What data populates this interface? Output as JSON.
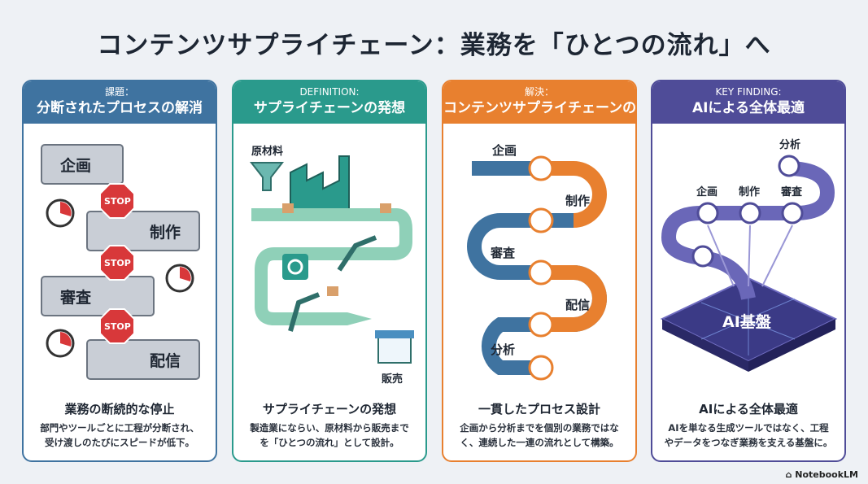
{
  "title": "コンテンツサプライチェーン：業務を「ひとつの流れ」へ",
  "colors": {
    "blue": "#3f73a0",
    "teal": "#2a9a8c",
    "orange": "#e8802f",
    "purple": "#4f4c98"
  },
  "cards": [
    {
      "tag": "課題：",
      "heading": "分断されたプロセスの解消",
      "labels": [
        "企画",
        "制作",
        "審査",
        "配信"
      ],
      "stop": "STOP",
      "foot_title": "業務の断続的な停止",
      "foot_lines": [
        "部門やツールごとに工程が分断され、",
        "受け渡しのたびにスピードが低下。"
      ]
    },
    {
      "tag": "DEFINITION:",
      "heading": "サプライチェーンの発想",
      "labels": [
        "原材料",
        "販売"
      ],
      "foot_title": "サプライチェーンの発想",
      "foot_lines": [
        "製造業にならい、原材料から販売まで",
        "を「ひとつの流れ」として設計。"
      ]
    },
    {
      "tag": "解決：",
      "heading": "コンテンツサプライチェーンの構築",
      "labels": [
        "企画",
        "制作",
        "審査",
        "配信",
        "分析"
      ],
      "foot_title": "一貫したプロセス設計",
      "foot_lines": [
        "企画から分析までを個別の業務ではな",
        "く、連続した一連の流れとして構築。"
      ]
    },
    {
      "tag": "KEY FINDING:",
      "heading": "AIによる全体最適",
      "labels": [
        "分析",
        "企画",
        "制作",
        "審査"
      ],
      "platform": "AI基盤",
      "foot_title": "AIによる全体最適",
      "foot_lines": [
        "AIを単なる生成ツールではなく、工程",
        "やデータをつなぎ業務を支える基盤に。"
      ]
    }
  ],
  "brand": "NotebookLM"
}
